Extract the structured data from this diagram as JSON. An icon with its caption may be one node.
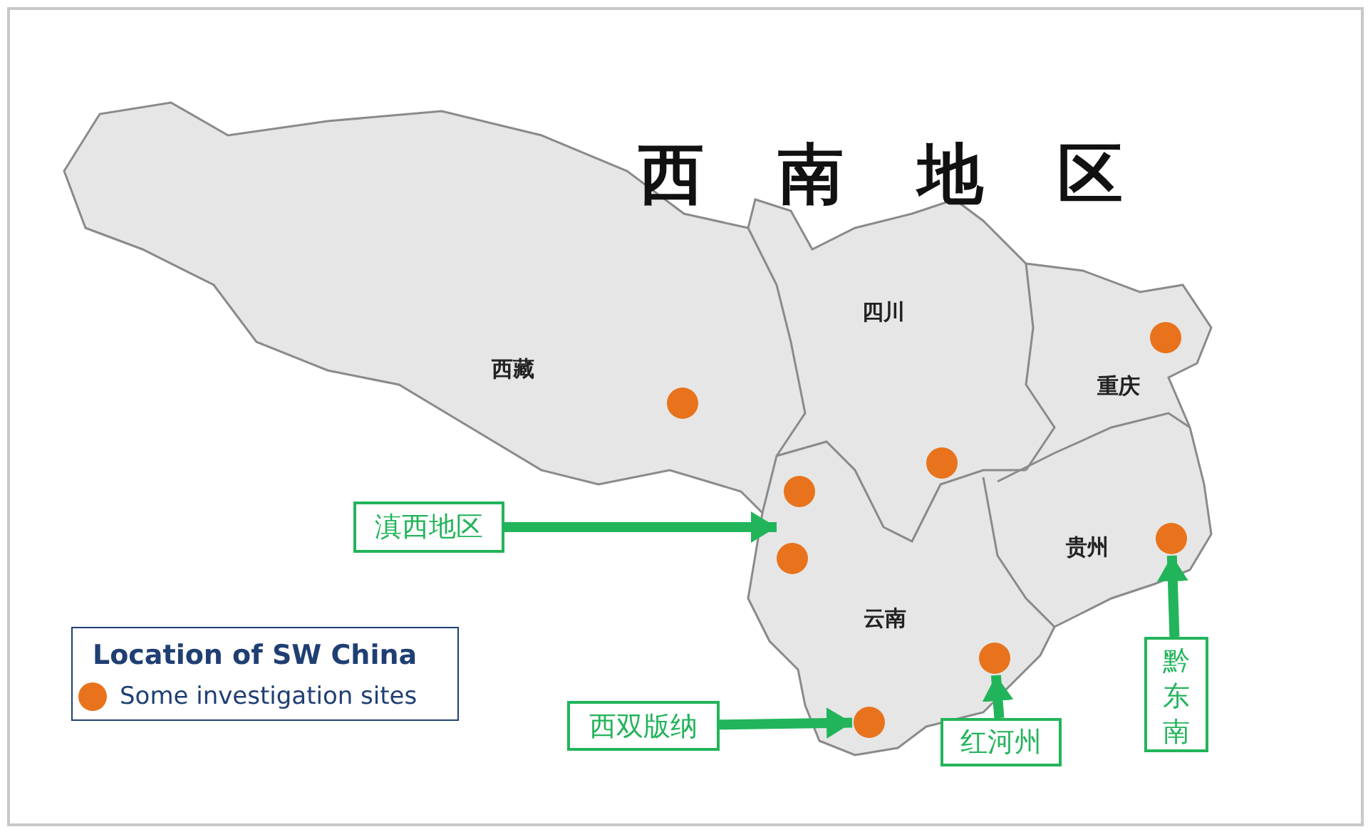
{
  "diagram": {
    "title": "西南地区",
    "nodes": [
      {
        "text": [
          "滇西地区"
        ]
      },
      {
        "text": [
          "西双版纳"
        ]
      },
      {
        "text": [],
        "shape": "circle"
      },
      {
        "text": [
          "红河州"
        ]
      },
      {
        "text": [],
        "shape": "circle"
      },
      {
        "text": [
          "黔东南"
        ]
      },
      {
        "text": [],
        "shape": "circle"
      }
    ],
    "edges": [
      {
        "from": 0,
        "to": null,
        "arrow": "to"
      },
      {
        "from": 1,
        "to": 2,
        "arrow": "to"
      },
      {
        "from": 3,
        "to": 4,
        "arrow": "to"
      },
      {
        "from": 5,
        "to": 6,
        "arrow": "to"
      }
    ],
    "labels": [
      "西藏",
      "四川",
      "重庆",
      "贵州",
      "云南",
      "Location of SW China"
    ],
    "legend": [
      {
        "text": "Some investigation sites",
        "color": "#e8731c"
      }
    ]
  }
}
